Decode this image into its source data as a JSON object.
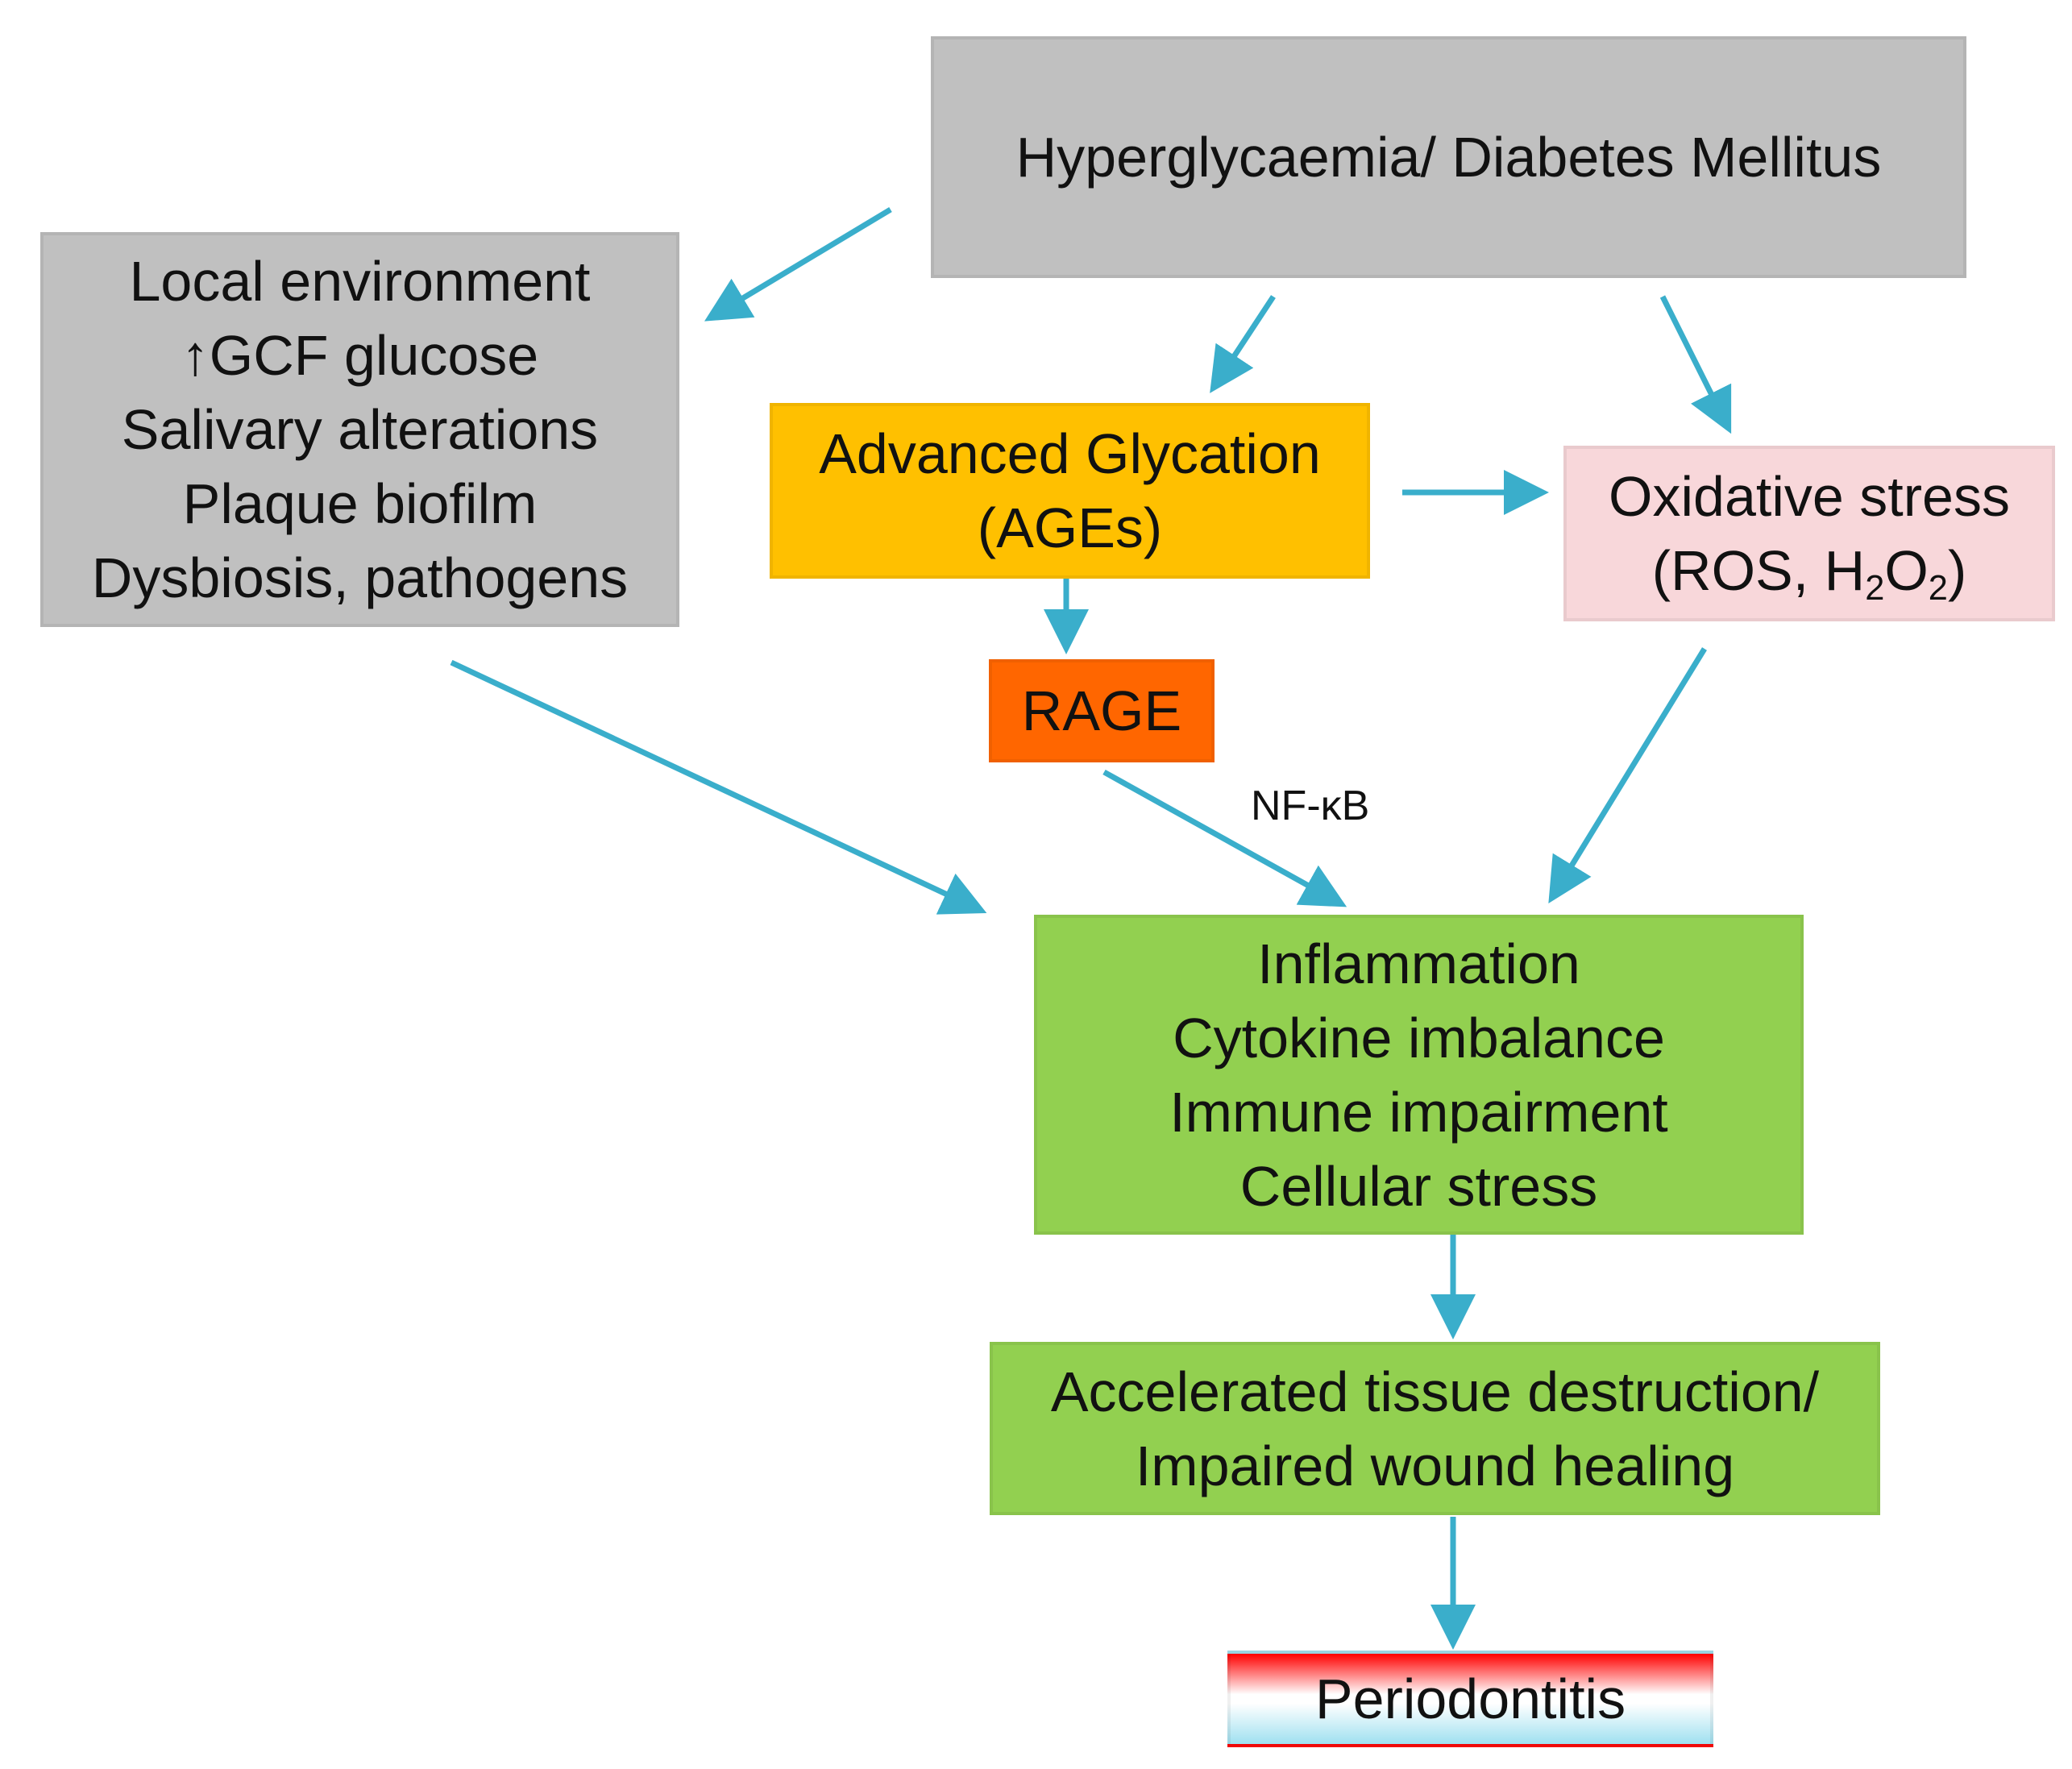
{
  "colors": {
    "arrow": "#3aaecb",
    "grey_box": "#c0c0c0",
    "ages_box": "#ffc000",
    "rage_box": "#ff6600",
    "oxidative_box": "#f8d7da",
    "green_box": "#92d050",
    "periodontitis_top": "#ff0000",
    "periodontitis_bottom": "#9fe0f0"
  },
  "nodes": {
    "hyperglycaemia": "Hyperglycaemia/ Diabetes Mellitus",
    "local_environment": {
      "lines": [
        "Local environment",
        "↑GCF glucose",
        "Salivary alterations",
        "Plaque biofilm",
        "Dysbiosis, pathogens"
      ]
    },
    "advanced_glycation": {
      "lines": [
        "Advanced Glycation",
        "(AGEs)"
      ]
    },
    "rage": "RAGE",
    "oxidative_stress": {
      "line1": "Oxidative stress",
      "line2_prefix": "(ROS, H",
      "sub1": "2",
      "mid": "O",
      "sub2": "2",
      "line2_suffix": ")"
    },
    "inflammation": {
      "lines": [
        "Inflammation",
        "Cytokine imbalance",
        "Immune impairment",
        "Cellular stress"
      ]
    },
    "tissue_destruction": {
      "lines": [
        "Accelerated tissue destruction/",
        "Impaired wound healing"
      ]
    },
    "periodontitis": "Periodontitis"
  },
  "edge_labels": {
    "rage_to_inflammation": "NF-κB"
  }
}
